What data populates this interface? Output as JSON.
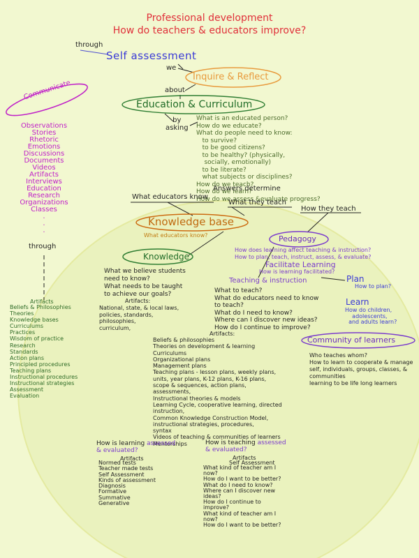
{
  "title": {
    "line1": "Professional development",
    "line2": "How do teachers & educators improve?"
  },
  "top": {
    "through": "through",
    "self_assessment": "Self assessment",
    "we": "we",
    "inquire_reflect": "Inquire & Reflect",
    "about": "about",
    "education_curriculum": "Education & Curriculum",
    "by_asking": "by\nasking"
  },
  "communicate": {
    "label": "Communicate",
    "items": [
      "Observations",
      "Stories",
      "Rhetoric",
      "Emotions",
      "Discussions",
      "Documents",
      "Videos",
      "Artifacts",
      "Interviews",
      "Education",
      "Research",
      "Organizations",
      "Classes",
      ".",
      ".",
      "."
    ],
    "through": "through"
  },
  "questions": "What is an educated person?\nHow do we educate?\nWhat do people need to know:\n   to survive?\n   to be good citizens?\n   to be healthy? (physically,\n    socially, emotionally)\n   to be literate?\n   what subjects or disciplines?\nHow do we teach?\nHow do we learn?\nHow do we assess &evaluate progress?",
  "answers_determine": "Answers determine",
  "what_educators_know": "What educators know",
  "what_they_teach": "What they teach",
  "how_they_teach": "How they teach",
  "knowledge_base": {
    "label": "Knowledge base",
    "sub": "What educators know?"
  },
  "pedagogy": {
    "label": "Pedagogy",
    "q": "How does learning affect teaching & instruction?\nHow to plan, teach, instruct, assess, & evaluate?",
    "facilitate": "Facilitate Learning",
    "facilitate_q": "How is learning facilitated?"
  },
  "knowledge": {
    "label": "Knowledge",
    "questions": "What we believe students\nneed to know?\nWhat needs to be taught\nto achieve our goals?",
    "artifacts_title": "Artifacts:",
    "artifacts": "National, state, & local laws,\npolicies, standards,\nphilosophies,\ncurriculum,"
  },
  "teaching": {
    "title": "Teaching & instruction",
    "questions": "What to teach?\nWhat do educators need to know\nto teach?\nWhat do I need to know?\nWhere can I discover new ideas?\nHow do I continue to improve?",
    "artifacts_title": "Artifacts:",
    "artifacts": "Beliefs & philosophies\nTheories on development & learning\nCurriculums\nOrganizational plans\nManagement plans\nTeaching plans - lesson plans, weekly plans,\nunits, year plans, K-12 plans, K-16 plans,\nscope & sequences, action plans,\nassessments,\nInstructional theories & models\nLearning Cycle, cooperative learning, directed\ninstruction,\nCommon Knowledge Construction Model,\ninstructional strategies, procedures,\nsyntax\nVideos of teaching & communities of learners\nMentorships"
  },
  "plan": {
    "label": "Plan",
    "q": "How to plan?"
  },
  "learn": {
    "label": "Learn",
    "q": "How do children,\n    adolescents,\n  and adults learn?"
  },
  "community": {
    "label": "Community of learners",
    "text": "Who teaches whom?\nHow to learn to cooperate & manage\nself, individuals, groups, classes, &\ncommunities\nlearning to be life long learners"
  },
  "left_artifacts": {
    "title": "Artifacts",
    "items": "Beliefs & Philosophies\nTheories\nKnowledge bases\nCurriculums\nPractices\nWisdom of practice\nResearch\nStandards\nAction plans\nPrincipled procedures\nTeaching plans\nInstructional procedures\nInstructional strategies\nAssessment\nEvaluation"
  },
  "learning_assessed": {
    "q1": "How is learning ",
    "q1b": "assessed",
    "q2": "& evaluated?",
    "artifacts_title": "Artifacts",
    "items": "Normed tests\nTeacher made tests\nSelf Assessment\nKinds of assessment\nDiagnosis\nFormative\nSummative\nGenerative"
  },
  "teaching_assessed": {
    "q1": "How is teaching ",
    "q1b": "assessed",
    "q2": "& evaluated?",
    "artifacts_title": "Artifacts",
    "self": "Self Assessment",
    "items": "What kind of teacher am I\nnow?\nHow do I want to be better?\nWhat do I need to know?\nWhere can I discover new\nideas?\nHow do I continue to\nimprove?\nWhat kind of teacher am I\nnow?\nHow do I want to be better?"
  }
}
